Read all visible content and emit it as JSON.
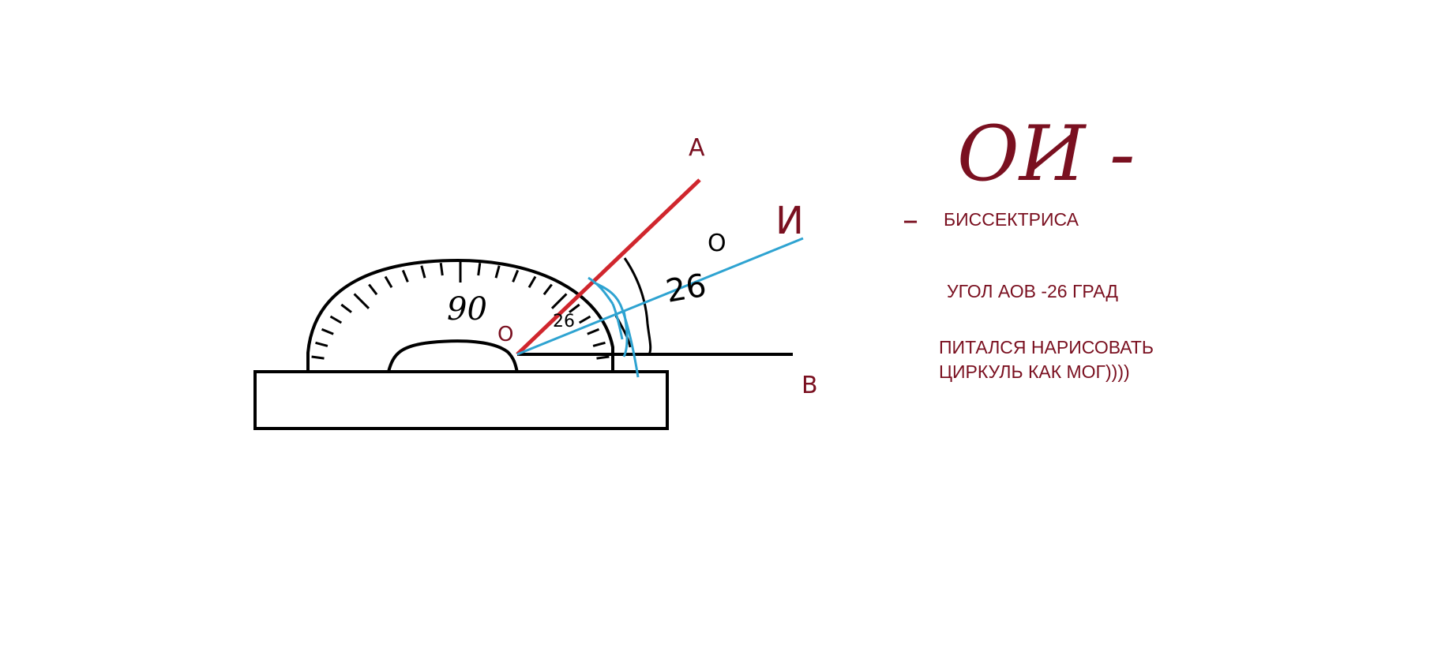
{
  "colors": {
    "ink": "#000000",
    "ray_oa": "#d0262d",
    "bisector": "#2ea3d1",
    "annotation": "#7a1020"
  },
  "labels": {
    "point_a": "A",
    "point_o": "O",
    "point_b": "B",
    "point_i": "И",
    "title_handwritten": "ОИ -",
    "dash": "–",
    "degree_mark": "О",
    "protractor_90": "90",
    "protractor_26_small": "26",
    "angle_26": "26"
  },
  "notes": {
    "bisector": "БИССЕКТРИСА",
    "angle": "УГОЛ АОВ -26 ГРАД",
    "attempt": "ПИТАЛСЯ НАРИСОВАТЬ\nЦИРКУЛЬ КАК МОГ))))"
  }
}
